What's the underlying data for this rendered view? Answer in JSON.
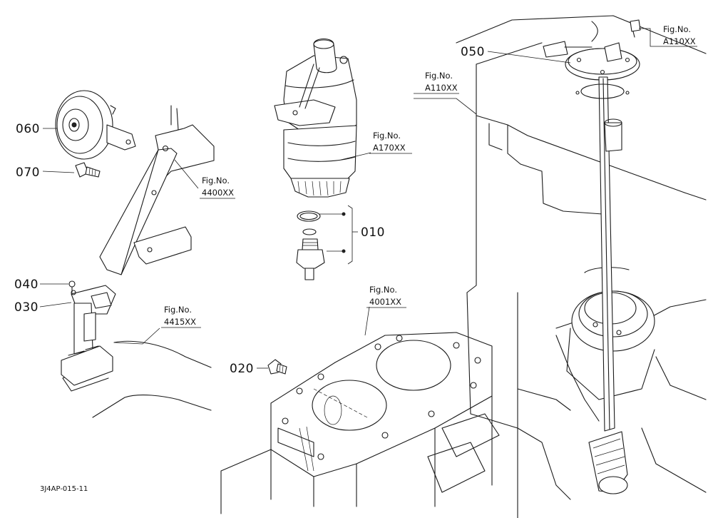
{
  "diagram": {
    "parts": [
      {
        "id": "060"
      },
      {
        "id": "070"
      },
      {
        "id": "040"
      },
      {
        "id": "030"
      },
      {
        "id": "010"
      },
      {
        "id": "020"
      },
      {
        "id": "050"
      }
    ],
    "fig_refs": [
      {
        "label": "Fig.No.",
        "code": "4400XX"
      },
      {
        "label": "Fig.No.",
        "code": "A170XX"
      },
      {
        "label": "Fig.No.",
        "code": "4415XX"
      },
      {
        "label": "Fig.No.",
        "code": "4001XX"
      },
      {
        "label": "Fig.No.",
        "code": "A110XX"
      },
      {
        "label": "Fig.No.",
        "code": "A110XX"
      }
    ],
    "drawing_code": "3J4AP-015-11"
  }
}
